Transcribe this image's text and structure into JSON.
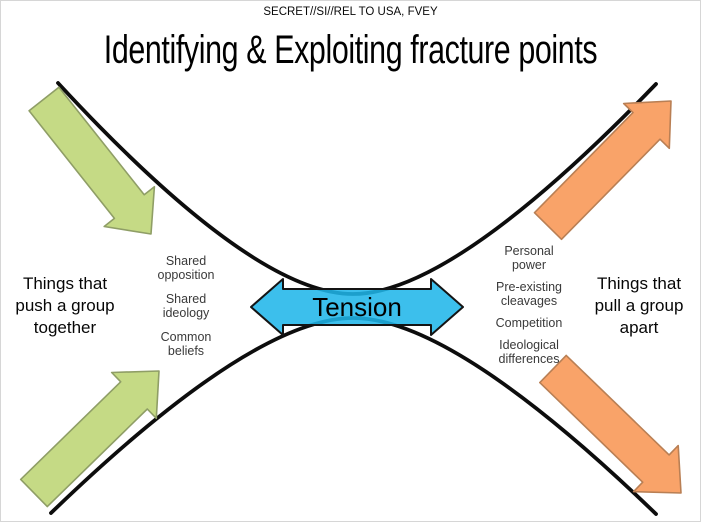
{
  "classification_banner": "SECRET//SI//REL TO USA, FVEY",
  "title": "Identifying & Exploiting fracture points",
  "diagram": {
    "tension_label": "Tension",
    "push_label_lines": [
      "Things that",
      "push a group",
      "together"
    ],
    "pull_label_lines": [
      "Things that",
      "pull a group",
      "apart"
    ],
    "cohesion_factors": [
      "Shared opposition",
      "Shared ideology",
      "Common beliefs"
    ],
    "fracture_factors": [
      "Personal power",
      "Pre-existing cleavages",
      "Competition",
      "Ideological differences"
    ],
    "colors": {
      "curve": "#0d0d0d",
      "tension_arrow_fill": "#1fb6e9",
      "tension_arrow_border": "#141414",
      "push_arrow_fill": "#c5da85",
      "push_arrow_border": "#8f9e66",
      "pull_arrow_fill": "#f9a369",
      "pull_arrow_border": "#b97f54"
    }
  }
}
